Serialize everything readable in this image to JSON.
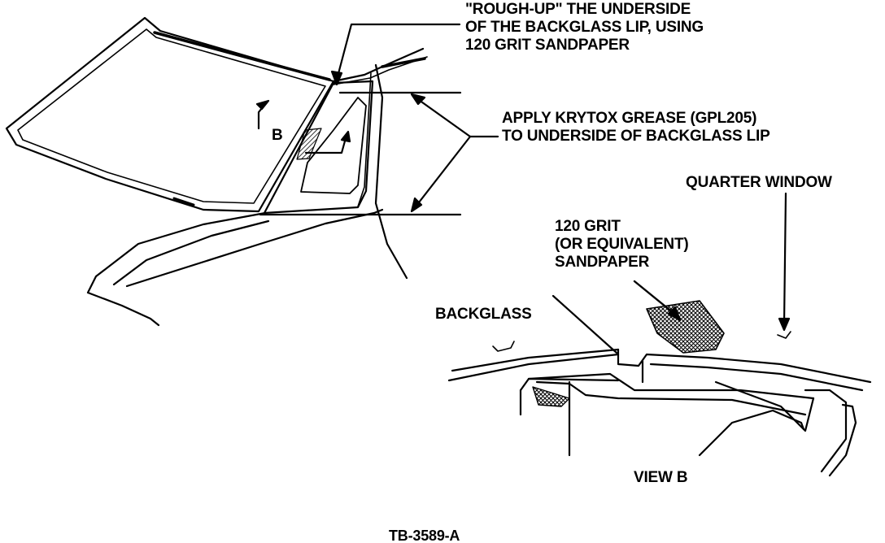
{
  "figure_id": "TB-3589-A",
  "callouts": {
    "rough_up": [
      "\"ROUGH-UP\" THE UNDERSIDE",
      "OF THE BACKGLASS LIP, USING",
      "120 GRIT SANDPAPER"
    ],
    "apply_grease": [
      "APPLY KRYTOX GREASE (GPL205)",
      "TO UNDERSIDE OF BACKGLASS LIP"
    ],
    "quarter_window": "QUARTER WINDOW",
    "sandpaper": [
      "120 GRIT",
      "(OR EQUIVALENT)",
      "SANDPAPER"
    ],
    "backglass": "BACKGLASS",
    "view_marker": "B",
    "view_title": "VIEW B"
  },
  "colors": {
    "line": "#000000",
    "background": "#ffffff"
  }
}
